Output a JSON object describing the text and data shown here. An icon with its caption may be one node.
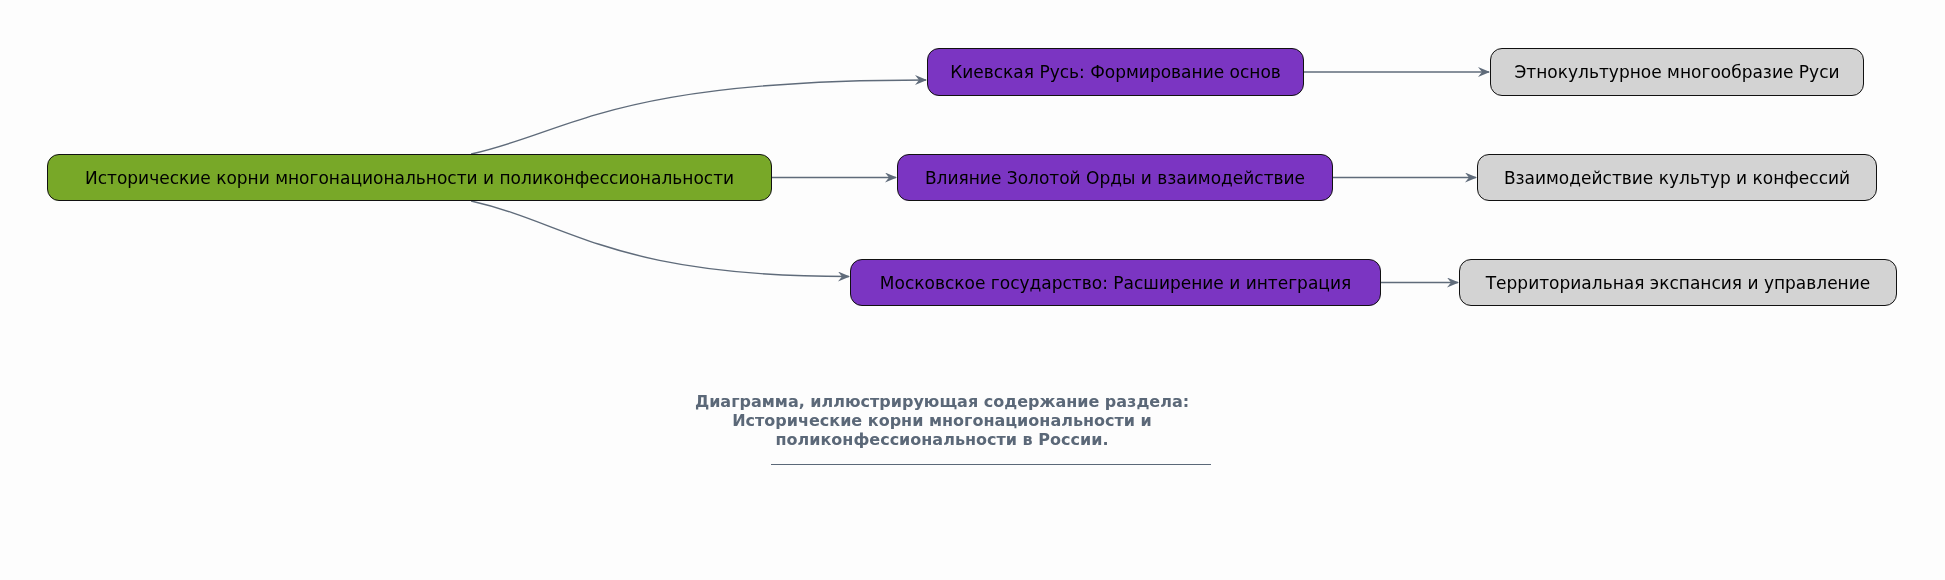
{
  "diagram": {
    "caption": "Диаграмма, иллюстрирующая содержание раздела: Исторические корни многонациональности и поликонфессиональности в России.",
    "nodes": [
      {
        "text": [
          "Исторические корни многонациональности и поликонфессиональности"
        ]
      },
      {
        "text": [
          "Киевская Русь: Формирование основ"
        ]
      },
      {
        "text": [
          "Влияние Золотой Орды и взаимодействие"
        ]
      },
      {
        "text": [
          "Московское государство: Расширение и интеграция"
        ]
      },
      {
        "text": [
          "Этнокультурное многообразие Руси"
        ]
      },
      {
        "text": [
          "Взаимодействие культур и конфессий"
        ]
      },
      {
        "text": [
          "Территориальная экспансия и управление"
        ]
      }
    ],
    "edges": [
      {
        "from": 0,
        "to": 1,
        "arrow": "to"
      },
      {
        "from": 0,
        "to": 2,
        "arrow": "to"
      },
      {
        "from": 0,
        "to": 3,
        "arrow": "to"
      },
      {
        "from": 1,
        "to": 4,
        "arrow": "to"
      },
      {
        "from": 2,
        "to": 5,
        "arrow": "to"
      },
      {
        "from": 3,
        "to": 6,
        "arrow": "to"
      }
    ]
  }
}
